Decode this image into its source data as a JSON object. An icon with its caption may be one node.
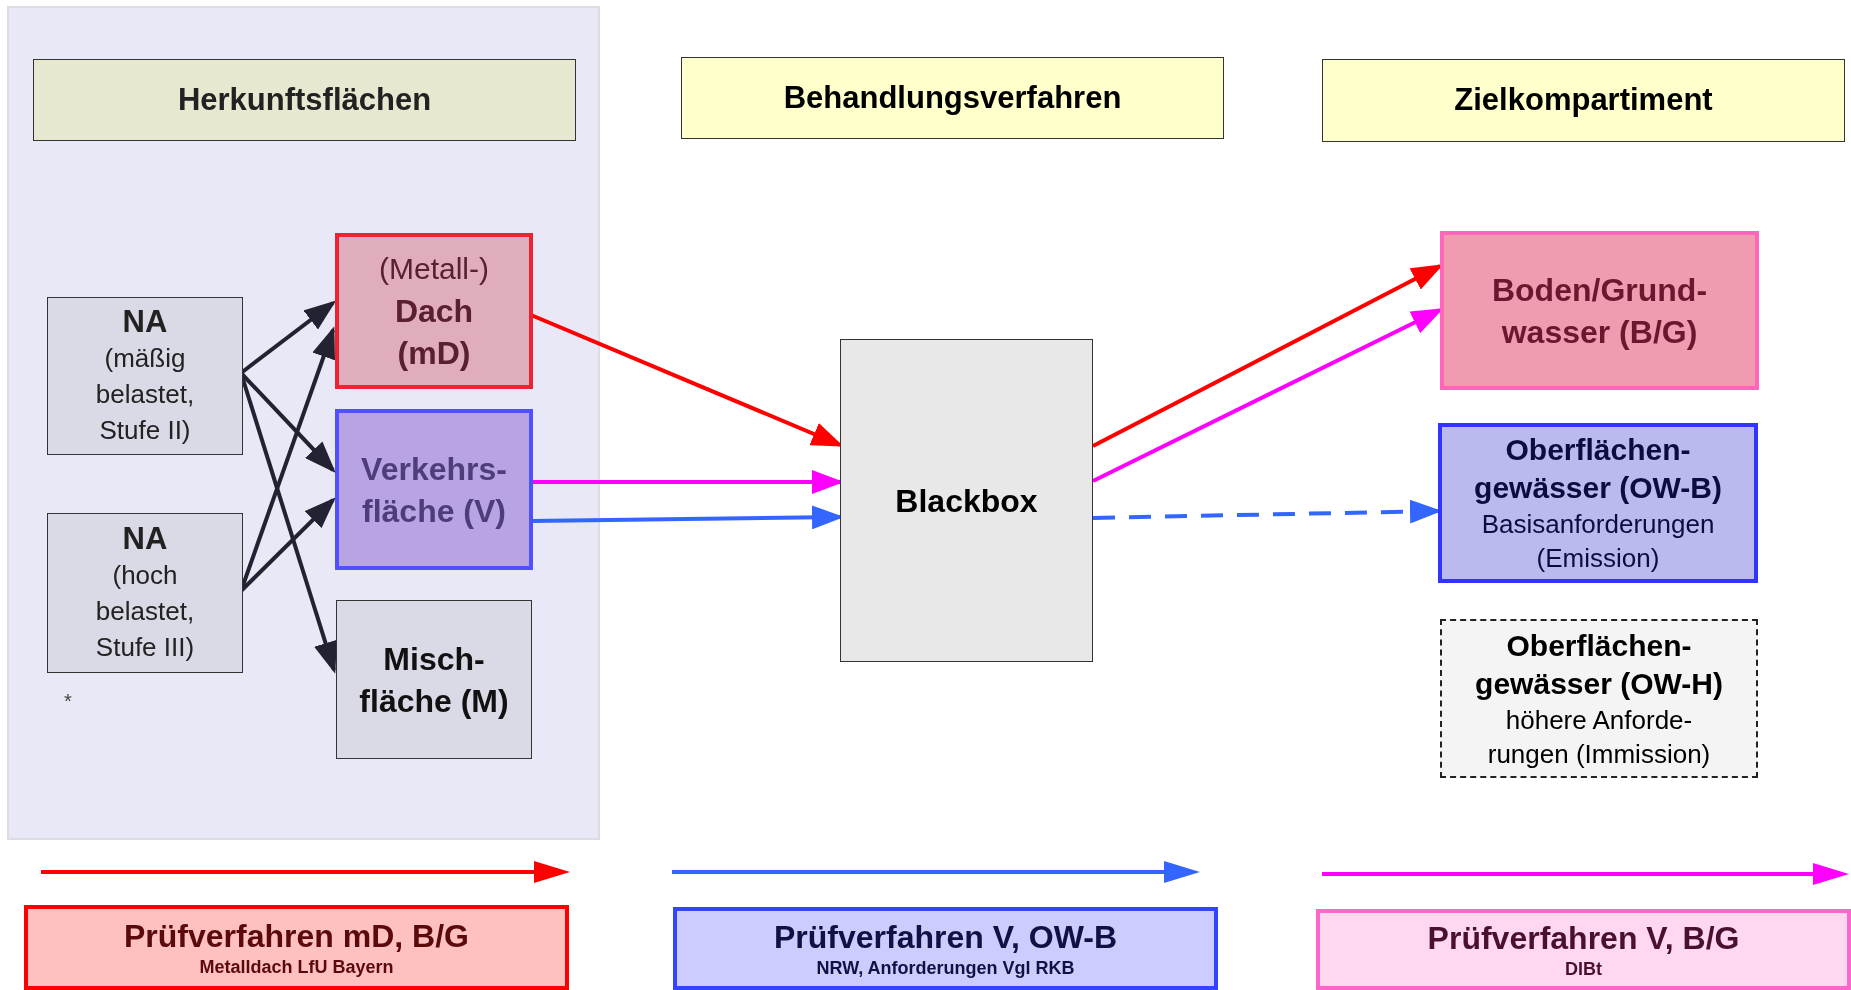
{
  "diagram": {
    "nodes": [
      {
        "text": [],
        "shape": "box"
      },
      {
        "text": [
          "Herkunftsflächen"
        ],
        "in": 0
      },
      {
        "text": [
          "NA",
          "(mäßig belastet, Stufe II)"
        ],
        "in": 0
      },
      {
        "text": [
          "NA",
          "(hoch belastet, Stufe III)"
        ],
        "in": 0,
        "beside": [
          "*"
        ]
      },
      {
        "text": [
          "(Metall-)",
          "Dach (mD)"
        ],
        "in": 0
      },
      {
        "text": [
          "Verkehrs- fläche (V)"
        ],
        "in": 0
      },
      {
        "text": [
          "Misch- fläche (M)"
        ],
        "in": 0
      },
      {
        "text": [
          "Behandlungsverfahren"
        ]
      },
      {
        "text": [
          "Zielkompartiment"
        ]
      },
      {
        "text": [
          "Blackbox"
        ]
      },
      {
        "text": [
          "Boden/Grund- wasser (B/G)"
        ]
      },
      {
        "text": [
          "Oberflächen- gewässer (OW-B)",
          "Basisanforderungen (Emission)"
        ]
      },
      {
        "text": [
          "Oberflächen- gewässer (OW-H)",
          "höhere Anforde- rungen (Immission)"
        ]
      },
      {
        "text": [
          "Prüfverfahren mD, B/G",
          "Metalldach LfU Bayern"
        ]
      },
      {
        "text": [
          "Prüfverfahren V, OW-B",
          "NRW, Anforderungen Vgl RKB"
        ]
      },
      {
        "text": [
          "Prüfverfahren V, B/G",
          "DIBt"
        ]
      }
    ],
    "edges": [
      {
        "from": 2,
        "to": 4,
        "arrow": "to"
      },
      {
        "from": 2,
        "to": 5,
        "arrow": "to"
      },
      {
        "from": 2,
        "to": 6,
        "arrow": "to"
      },
      {
        "from": 3,
        "to": 4,
        "arrow": "to"
      },
      {
        "from": 3,
        "to": 5,
        "arrow": "to"
      },
      {
        "from": 4,
        "to": 9,
        "arrow": "to",
        "color": "#ff0000"
      },
      {
        "from": 5,
        "to": 9,
        "arrow": "to",
        "color": "#ff00ff"
      },
      {
        "from": 5,
        "to": 9,
        "arrow": "to",
        "color": "#3366ff"
      },
      {
        "from": 9,
        "to": 10,
        "arrow": "to",
        "color": "#ff0000"
      },
      {
        "from": 9,
        "to": 10,
        "arrow": "to",
        "color": "#ff00ff"
      },
      {
        "from": 9,
        "to": 11,
        "arrow": "to",
        "style": "dashed",
        "color": "#3366ff"
      }
    ]
  }
}
